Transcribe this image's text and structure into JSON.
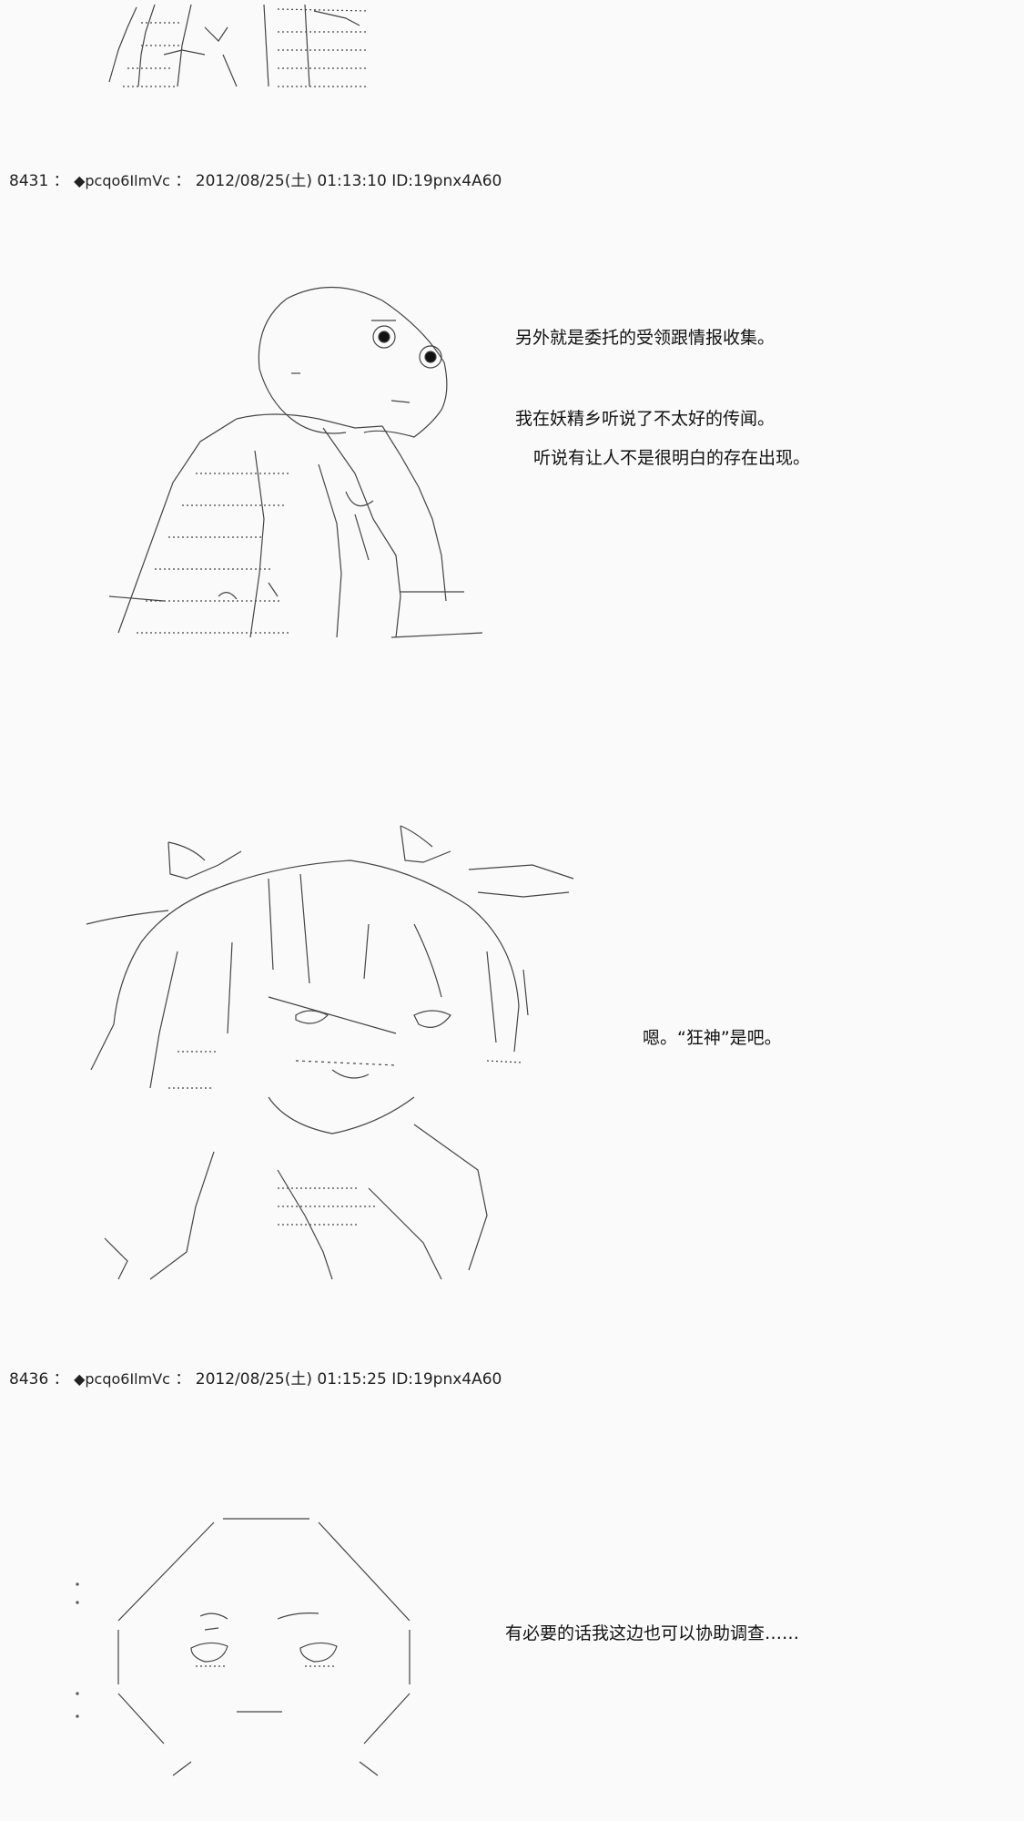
{
  "posts": [
    {
      "number": "8431",
      "separator": "：",
      "trip": "◆pcqo6IlmVc",
      "date": "2012/08/25(土) 01:13:10",
      "id": "ID:19pnx4A60"
    },
    {
      "number": "8436",
      "separator": "：",
      "trip": "◆pcqo6IlmVc",
      "date": "2012/08/25(土) 01:15:25",
      "id": "ID:19pnx4A60"
    }
  ],
  "dialog_1": {
    "line1": "另外就是委托的受领跟情报收集。",
    "line2": "我在妖精乡听说了不太好的传闻。",
    "line3": "听说有让人不是很明白的存在出现。"
  },
  "dialog_2": {
    "line1": "嗯。“狂神”是吧。"
  },
  "dialog_3": {
    "line1": "有必要的话我这边也可以协助调查……"
  }
}
